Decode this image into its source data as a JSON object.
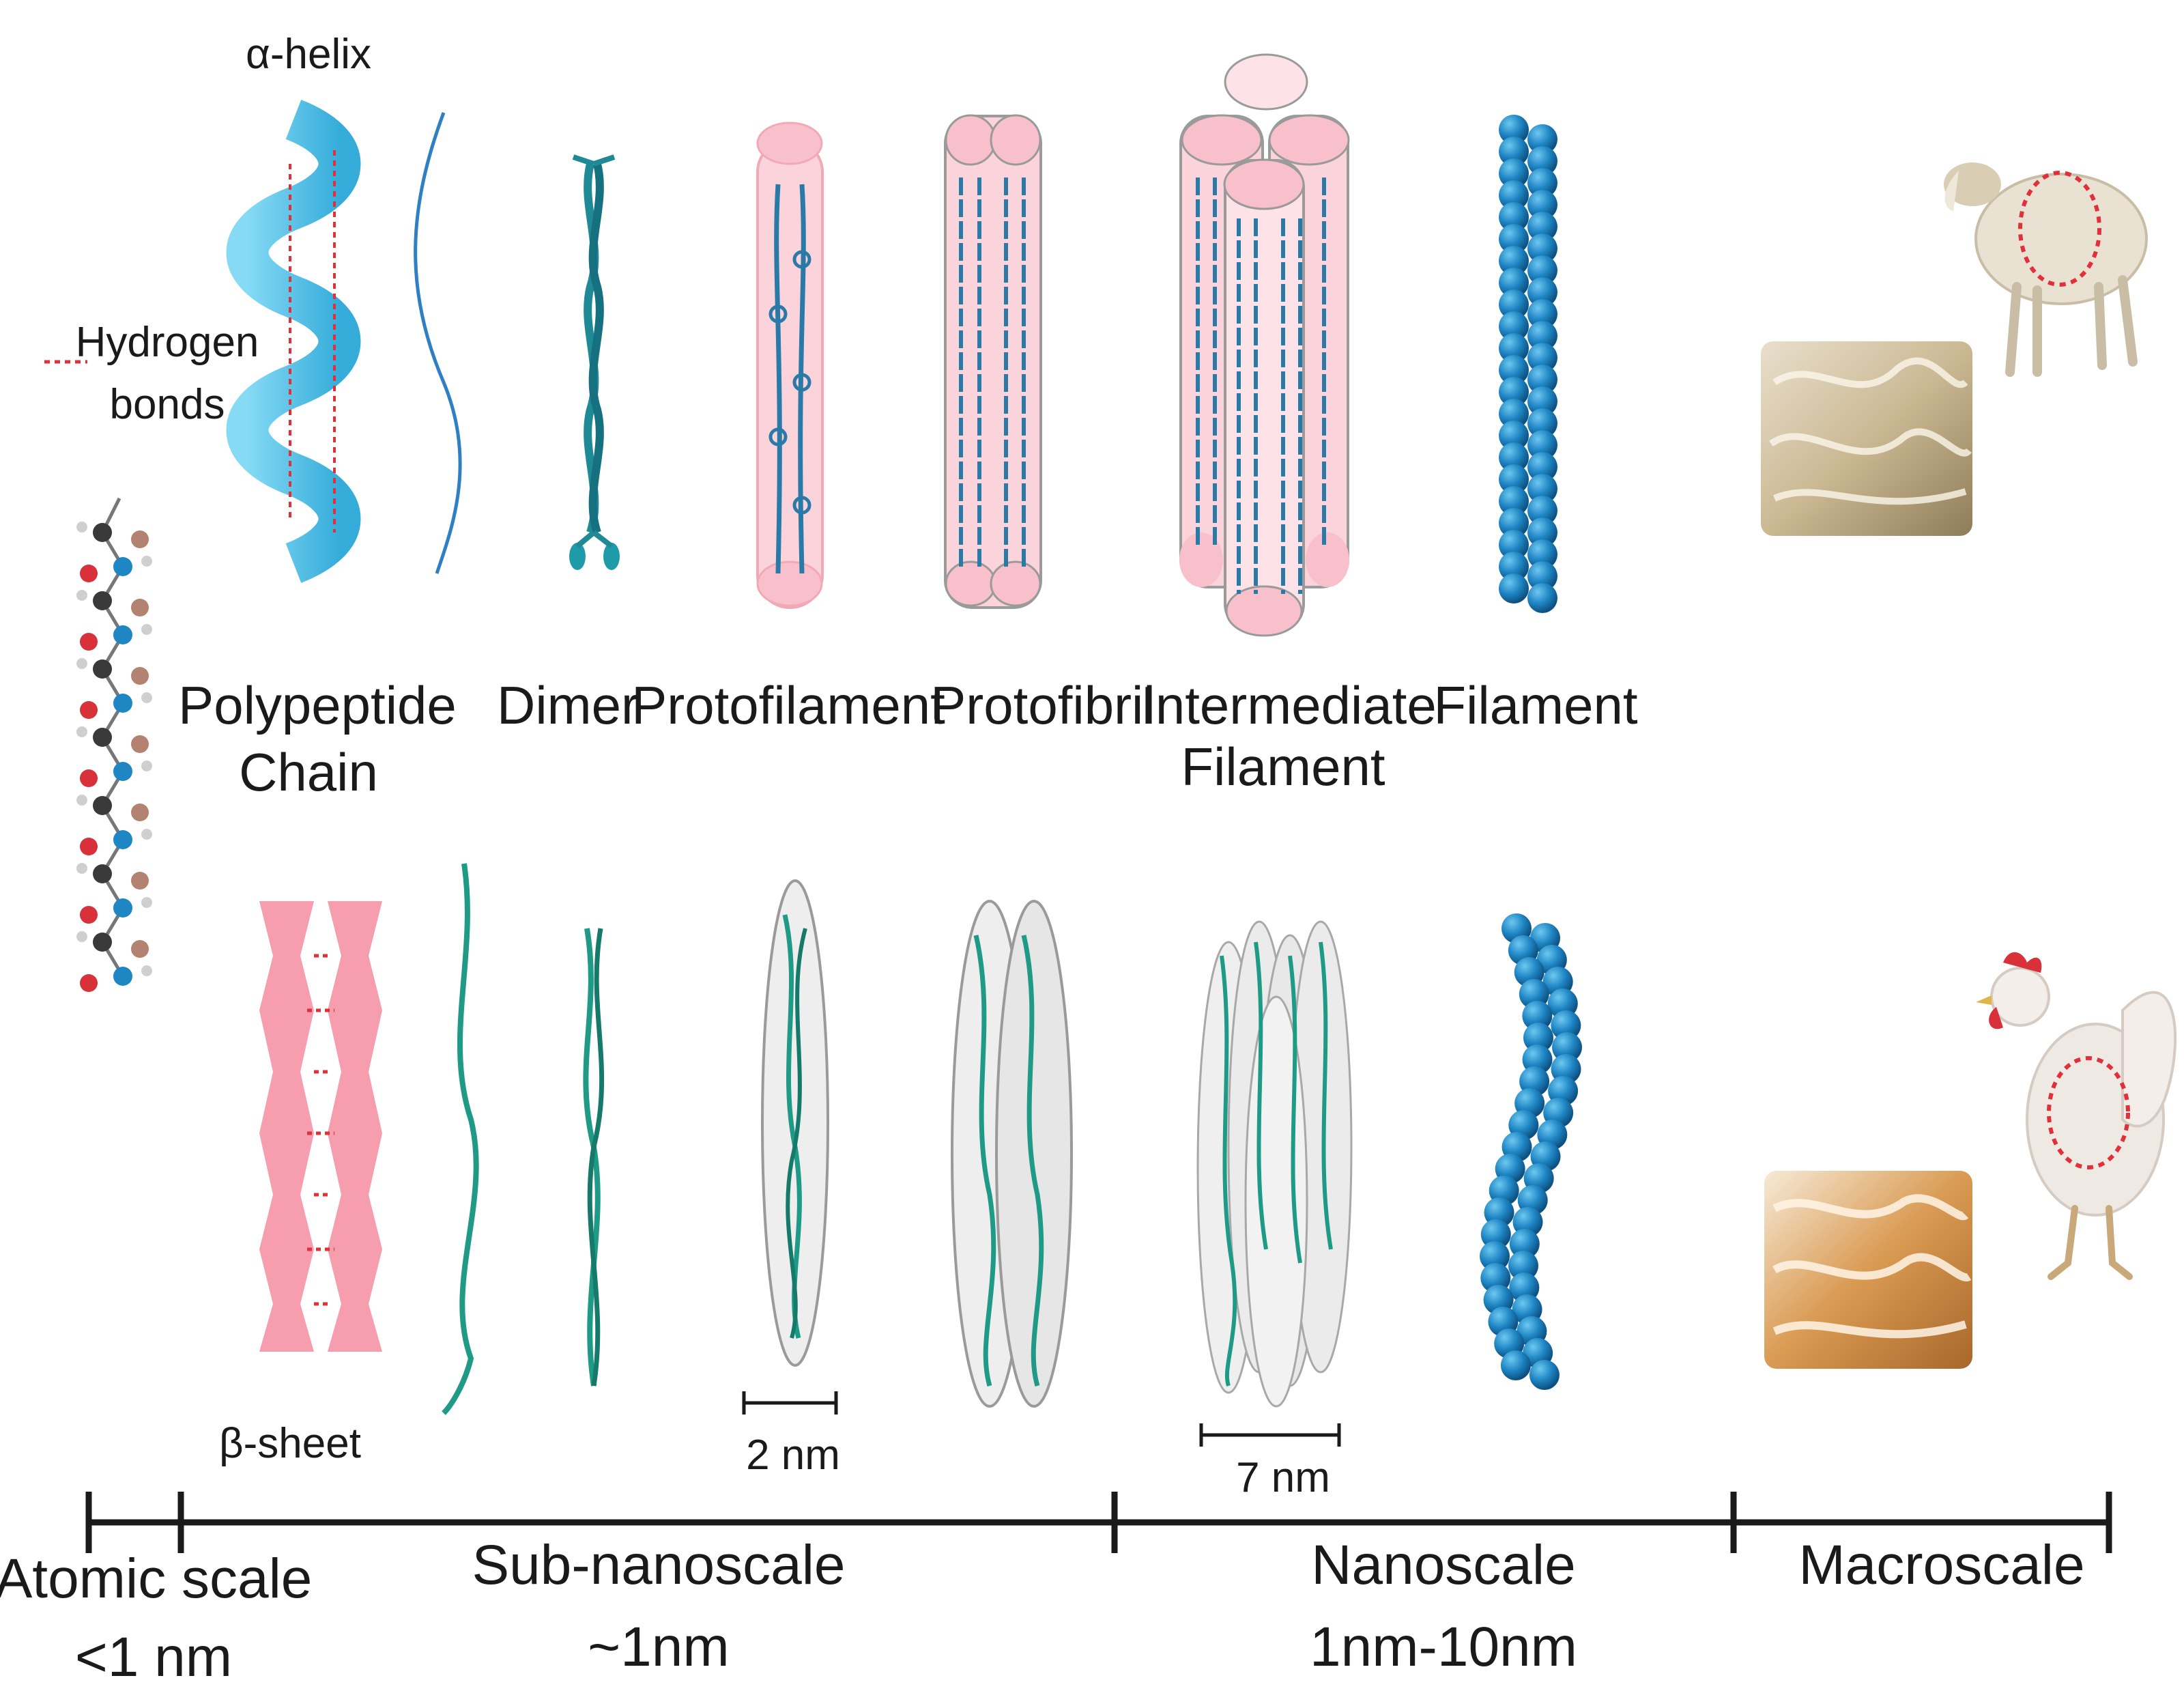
{
  "labels": {
    "alpha_helix": "α-helix",
    "hydrogen_bonds_line1": "Hydrogen",
    "hydrogen_bonds_line2": "bonds",
    "beta_sheet": "β-sheet",
    "polypeptide_line1": "Polypeptide",
    "polypeptide_line2": "Chain",
    "dimer": "Dimer",
    "protofilament": "Protofilament",
    "protofibril": "Protofibril",
    "intermediate_line1": "Intermediate",
    "intermediate_line2": "Filament",
    "filament": "Filament"
  },
  "scale_bars": {
    "protofilament_width": "2 nm",
    "intermediate_width": "7 nm"
  },
  "scale_axis": [
    {
      "name": "Atomic scale",
      "range": "<1 nm"
    },
    {
      "name": "Sub-nanoscale",
      "range": "~1nm"
    },
    {
      "name": "Nanoscale",
      "range": "1nm-10nm"
    },
    {
      "name": "Macroscale",
      "range": ""
    }
  ],
  "sources": {
    "top": "sheep",
    "bottom": "chicken"
  },
  "colors": {
    "helix_cyan": "#3cbde6",
    "filament_blue": "#1a78b5",
    "strand_teal": "#1f9a86",
    "sheet_pink": "#f48ca0",
    "cylinder_pink": "#fbd3da",
    "hbond_red": "#e0303a",
    "axis_black": "#1a1a1a"
  }
}
